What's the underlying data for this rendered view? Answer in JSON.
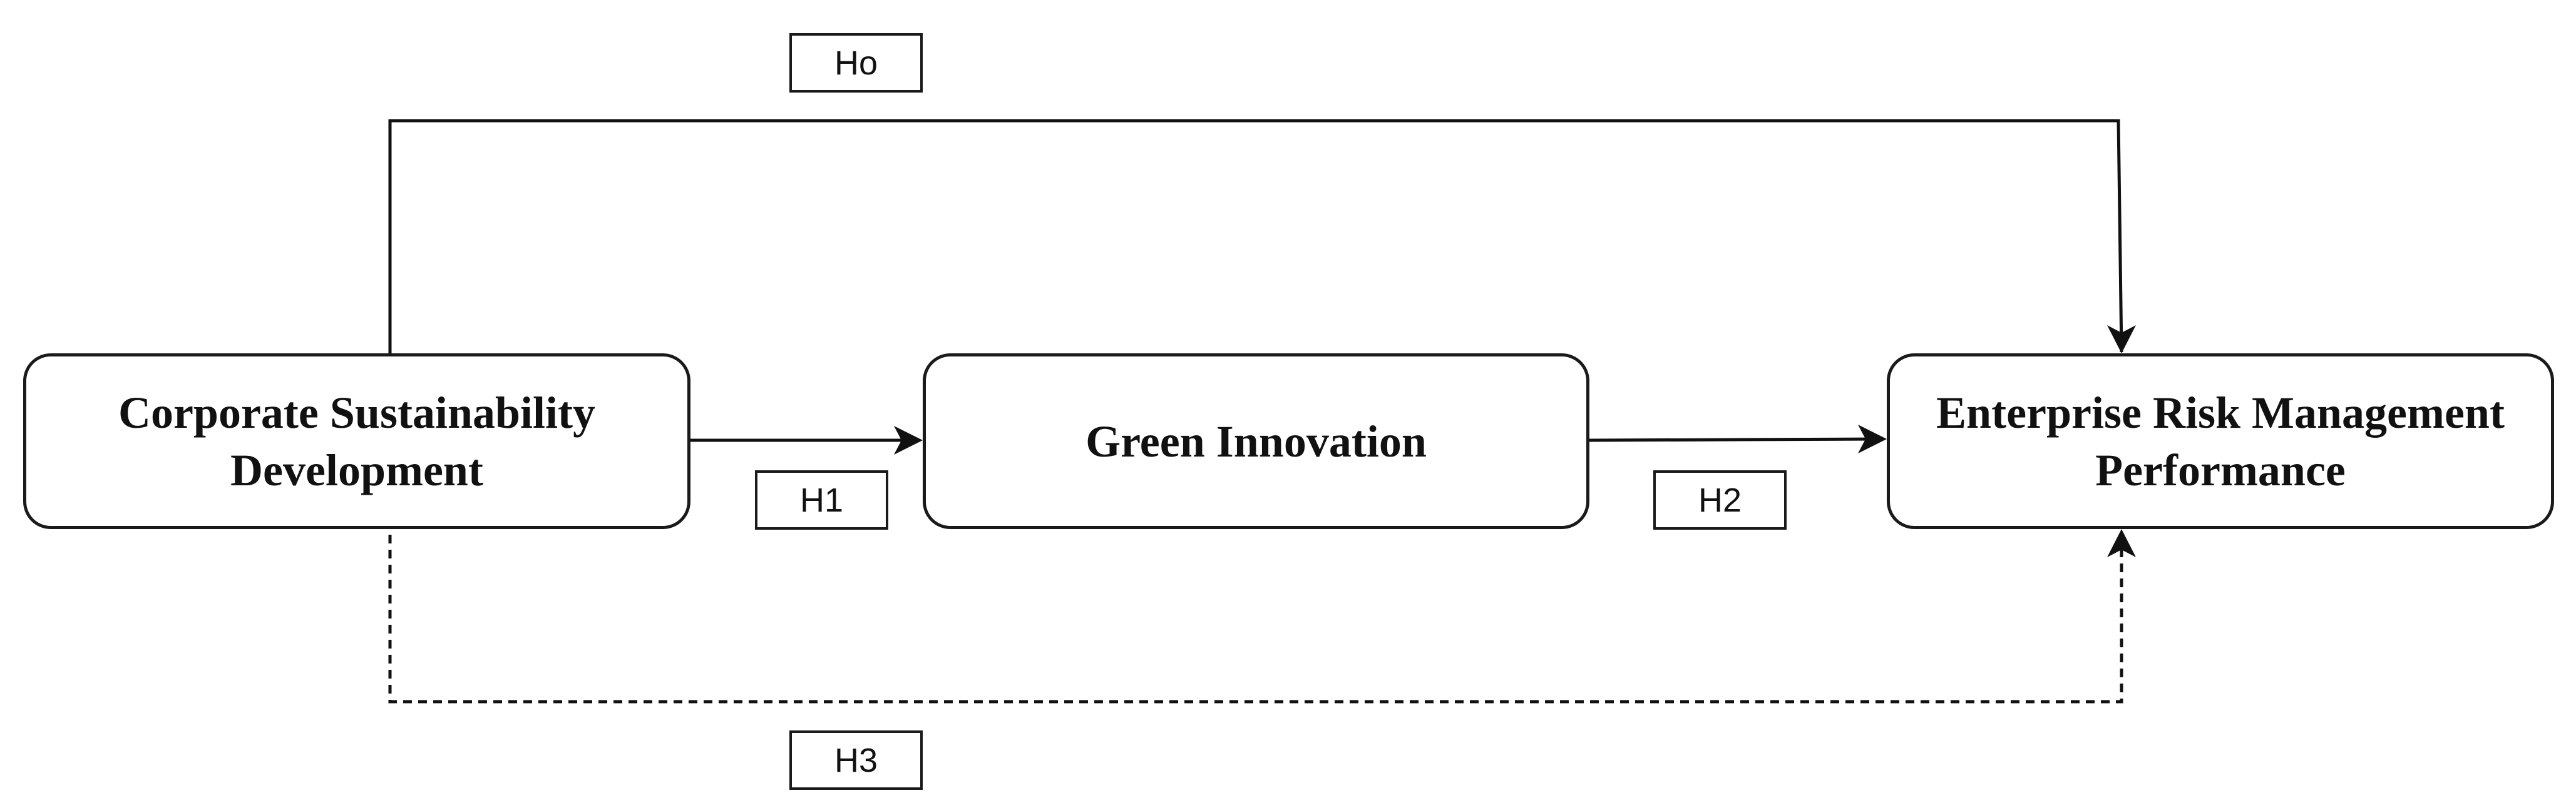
{
  "diagram": {
    "nodes": [
      {
        "id": "csd",
        "label": "Corporate Sustainability\nDevelopment"
      },
      {
        "id": "gi",
        "label": "Green Innovation"
      },
      {
        "id": "erm",
        "label": "Enterprise Risk Management\nPerformance"
      }
    ],
    "edges": [
      {
        "from": "csd",
        "to": "erm",
        "label": "Ho",
        "style": "solid"
      },
      {
        "from": "csd",
        "to": "gi",
        "label": "H1",
        "style": "solid"
      },
      {
        "from": "gi",
        "to": "erm",
        "label": "H2",
        "style": "solid"
      },
      {
        "from": "csd",
        "to": "erm",
        "label": "H3",
        "style": "dashed"
      }
    ]
  }
}
